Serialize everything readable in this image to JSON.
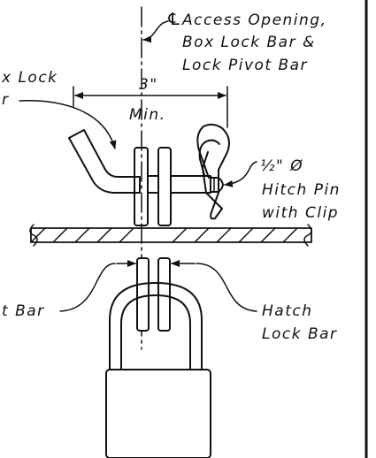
{
  "colors": {
    "line": "#111111",
    "background": "#ffffff"
  },
  "labels": {
    "cl_symbol": "℄",
    "access_line1": "Access Opening,",
    "access_line2": "Box Lock Bar &",
    "access_line3": "Lock Pivot Bar",
    "box_lock_partial1": "x Lock",
    "box_lock_partial2": "r",
    "dimension": "3\"",
    "min": "Min.",
    "pin_size_num": "½\" Ø",
    "pin_line2": "Hitch Pin",
    "pin_line3": "with Clip",
    "pivot_partial": "t Bar",
    "hatch_line1": "Hatch",
    "hatch_line2": "Lock Bar"
  }
}
